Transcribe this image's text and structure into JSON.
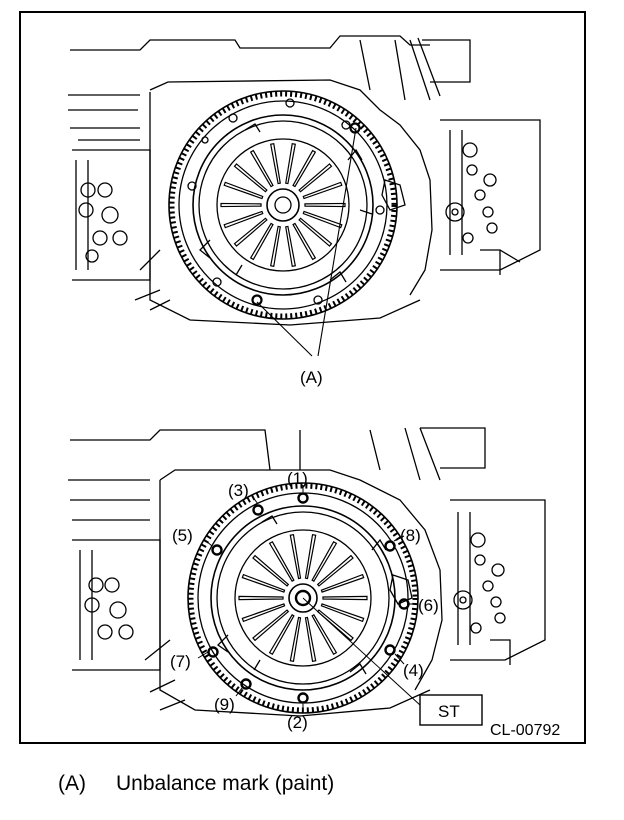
{
  "figure": {
    "figure_id": "CL-00792",
    "top_view": {
      "callouts": [
        "(A)"
      ]
    },
    "bottom_view": {
      "bolt_labels": [
        "(1)",
        "(2)",
        "(3)",
        "(4)",
        "(5)",
        "(6)",
        "(7)",
        "(8)",
        "(9)"
      ],
      "tool_label": "ST"
    }
  },
  "legend": {
    "key": "(A)",
    "text": "Unbalance mark (paint)"
  }
}
